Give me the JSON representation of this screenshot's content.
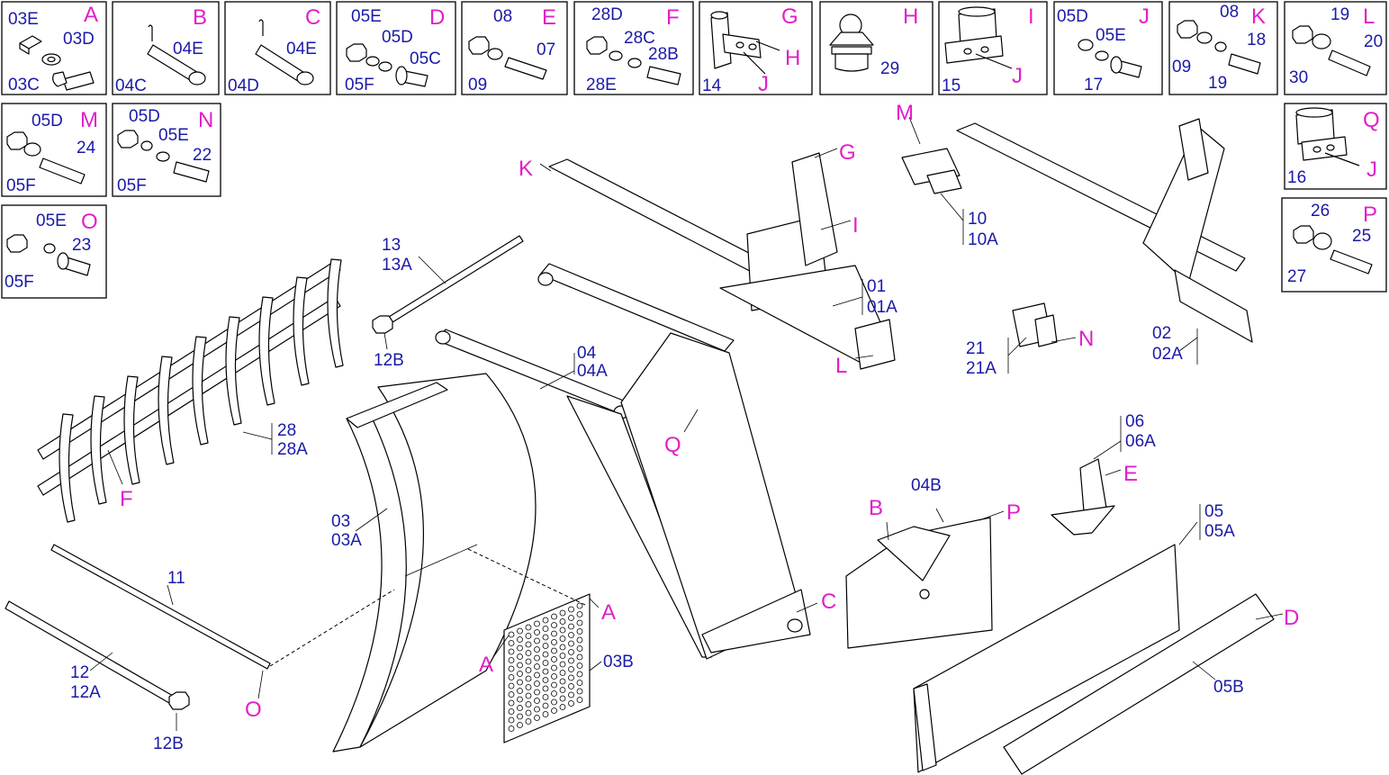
{
  "inset_boxes": [
    {
      "letter": "A",
      "labels": [
        "03E",
        "03D",
        "03C"
      ]
    },
    {
      "letter": "B",
      "labels": [
        "04E",
        "04C"
      ]
    },
    {
      "letter": "C",
      "labels": [
        "04E",
        "04D"
      ]
    },
    {
      "letter": "D",
      "labels": [
        "05E",
        "05D",
        "05C",
        "05F"
      ]
    },
    {
      "letter": "E",
      "labels": [
        "08",
        "07",
        "09"
      ]
    },
    {
      "letter": "F",
      "labels": [
        "28D",
        "28C",
        "28B",
        "28E"
      ]
    },
    {
      "letter": "G",
      "labels": [
        "14",
        "H",
        "J"
      ]
    },
    {
      "letter": "H",
      "labels": [
        "29"
      ]
    },
    {
      "letter": "I",
      "labels": [
        "15",
        "J"
      ]
    },
    {
      "letter": "J",
      "labels": [
        "05D",
        "05E",
        "17"
      ]
    },
    {
      "letter": "K",
      "labels": [
        "08",
        "18",
        "09",
        "19"
      ]
    },
    {
      "letter": "L",
      "labels": [
        "19",
        "20",
        "30"
      ]
    },
    {
      "letter": "M",
      "labels": [
        "05D",
        "24",
        "05F"
      ]
    },
    {
      "letter": "N",
      "labels": [
        "05D",
        "05E",
        "22",
        "05F"
      ]
    },
    {
      "letter": "O",
      "labels": [
        "05E",
        "23",
        "05F"
      ]
    },
    {
      "letter": "Q",
      "labels": [
        "16",
        "J"
      ]
    },
    {
      "letter": "P",
      "labels": [
        "26",
        "25",
        "27"
      ]
    }
  ],
  "main_labels": {
    "l13": "13",
    "l13a": "13A",
    "l12b_top": "12B",
    "l28": "28",
    "l28a": "28A",
    "lF": "F",
    "l03": "03",
    "l03a": "03A",
    "l11": "11",
    "l12": "12",
    "l12a": "12A",
    "l12b": "12B",
    "lO": "O",
    "lA1": "A",
    "lA2": "A",
    "l03b": "03B",
    "l04": "04",
    "l04a": "04A",
    "lQ": "Q",
    "lC": "C",
    "lK": "K",
    "lG": "G",
    "lI": "I",
    "l01": "01",
    "l01a": "01A",
    "lL": "L",
    "lM": "M",
    "l10": "10",
    "l10a": "10A",
    "l02": "02",
    "l02a": "02A",
    "l21": "21",
    "l21a": "21A",
    "lN": "N",
    "lB": "B",
    "l04b": "04B",
    "lP": "P",
    "l06": "06",
    "l06a": "06A",
    "lE": "E",
    "l05": "05",
    "l05a": "05A",
    "lD": "D",
    "l05b": "05B"
  }
}
